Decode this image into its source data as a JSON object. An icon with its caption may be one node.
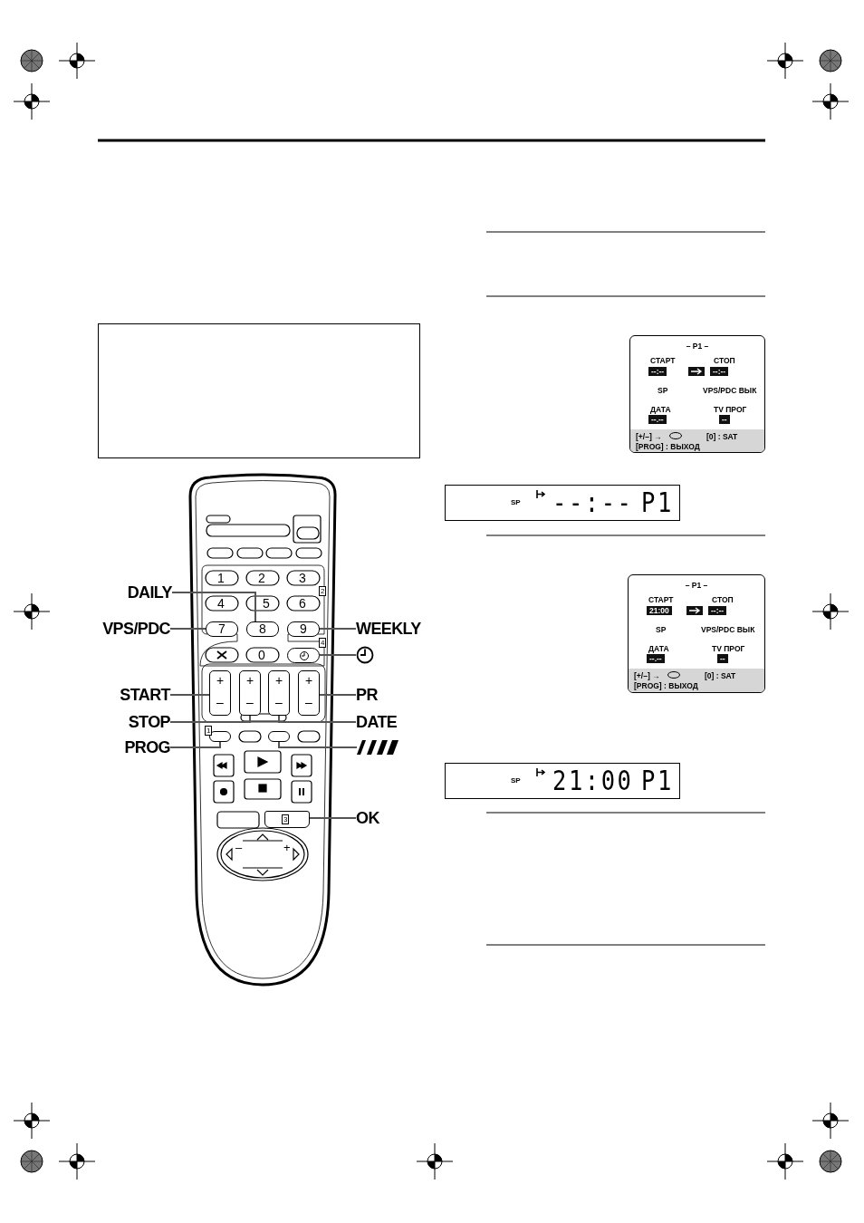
{
  "diagram": {
    "nodes": [
      {
        "text": [
          "DAILY"
        ]
      },
      {
        "text": [
          "8"
        ]
      },
      {
        "text": [
          "VPS/PDC"
        ]
      },
      {
        "text": [
          "7"
        ]
      },
      {
        "text": [
          "WEEKLY"
        ]
      },
      {
        "text": [
          "9"
        ]
      },
      {
        "text": [],
        "shape": "clock"
      },
      {
        "text": [],
        "shape": "box"
      },
      {
        "text": [
          "START"
        ]
      },
      {
        "text": [
          "+",
          "–"
        ]
      },
      {
        "text": [
          "PR"
        ]
      },
      {
        "text": [
          "+",
          "–"
        ]
      },
      {
        "text": [
          "STOP"
        ]
      },
      {
        "text": [
          "+",
          "–"
        ]
      },
      {
        "text": [
          "DATE"
        ]
      },
      {
        "text": [
          "+",
          "–"
        ]
      },
      {
        "text": [
          "PROG"
        ]
      },
      {
        "text": [],
        "shape": "box"
      },
      {
        "text": [],
        "shape": "slashes"
      },
      {
        "text": [],
        "shape": "box"
      },
      {
        "text": [
          "OK"
        ]
      },
      {
        "text": [
          "3"
        ]
      },
      {
        "text": [
          "– P1 –",
          "СТАРТ",
          "--:--",
          "СТОП",
          "--:--",
          "SP",
          "VPS/PDC ВЫК",
          "ДАТА",
          "--.--",
          "TV ПРОГ",
          "--",
          "[+/–] →",
          "[0] : SAT",
          "[PROG] : ВЫХОД"
        ]
      },
      {
        "text": [
          "SP",
          "--:--",
          "P1"
        ]
      },
      {
        "text": [
          "– P1 –",
          "СТАРТ",
          "21:00",
          "СТОП",
          "--:--",
          "SP",
          "VPS/PDC ВЫК",
          "ДАТА",
          "--.--",
          "TV ПРОГ",
          "--",
          "[+/–] →",
          "[0] : SAT",
          "[PROG] : ВЫХОД"
        ]
      },
      {
        "text": [
          "SP",
          "21:00",
          "P1"
        ]
      }
    ],
    "edges": [
      {
        "from": 0,
        "to": 1,
        "arrow": "none"
      },
      {
        "from": 2,
        "to": 3,
        "arrow": "none"
      },
      {
        "from": 4,
        "to": 5,
        "arrow": "none"
      },
      {
        "from": 6,
        "to": 7,
        "arrow": "none"
      },
      {
        "from": 8,
        "to": 9,
        "arrow": "none"
      },
      {
        "from": 10,
        "to": 11,
        "arrow": "none"
      },
      {
        "from": 12,
        "to": 13,
        "arrow": "none"
      },
      {
        "from": 14,
        "to": 15,
        "arrow": "none"
      },
      {
        "from": 16,
        "to": 17,
        "arrow": "none"
      },
      {
        "from": 18,
        "to": 19,
        "arrow": "none"
      },
      {
        "from": 20,
        "to": 21,
        "arrow": "none"
      }
    ],
    "labels": [
      "1",
      "2",
      "3",
      "2",
      "4",
      "5",
      "6",
      "0",
      "4",
      "1",
      "–",
      "+"
    ]
  }
}
